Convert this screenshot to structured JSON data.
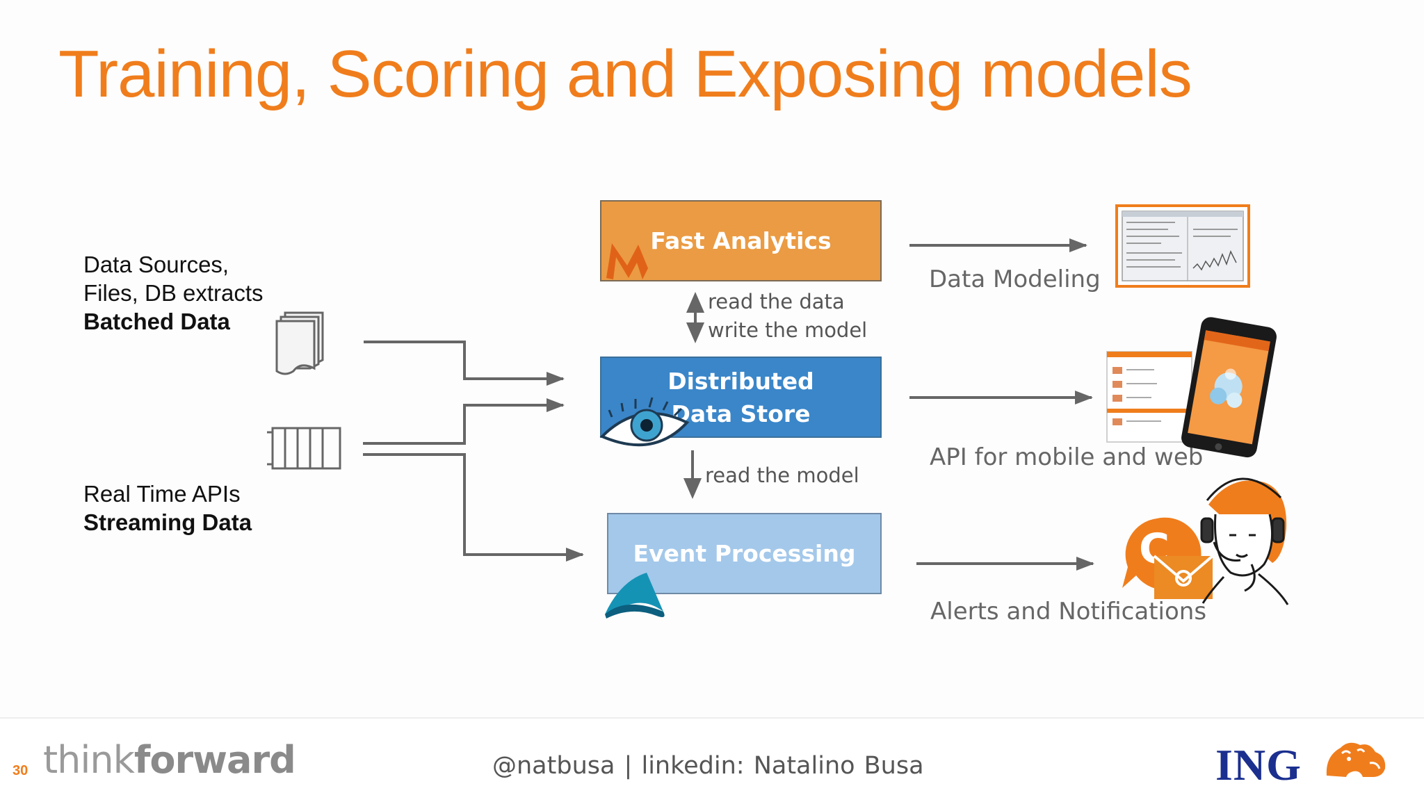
{
  "title": "Training, Scoring and Exposing models",
  "sources": {
    "batched": {
      "line1": "Data Sources,",
      "line2": "Files, DB extracts",
      "line3": "Batched Data"
    },
    "streaming": {
      "line1": "Real Time APIs",
      "line2": "Streaming Data"
    }
  },
  "boxes": {
    "fast": "Fast Analytics",
    "distributed_line1": "Distributed",
    "distributed_line2": "Data Store",
    "event": "Event Processing"
  },
  "notes": {
    "read_data": "read the data",
    "write_model": "write the model",
    "read_model": "read the model"
  },
  "outputs": {
    "modeling": "Data Modeling",
    "api": "API for mobile and web",
    "alerts": "Alerts and Notifications"
  },
  "footer": {
    "page_number": "30",
    "brand_thin": "think",
    "brand_bold": "forward",
    "credit": "@natbusa  |  linkedin: Natalino Busa",
    "logo_text": "ING"
  },
  "colors": {
    "accent": "#f07d1c",
    "fast_box": "#eb9b43",
    "distributed_box": "#3a86c9",
    "event_box": "#a3c8ea",
    "ing_blue": "#1b2f8f"
  },
  "icons": [
    "document-stack-icon",
    "queue-icon",
    "mahout-logo-icon",
    "cassandra-eye-logo-icon",
    "akka-logo-icon",
    "analytics-screen-icon",
    "mobile-app-icon",
    "chat-mail-icon",
    "support-agent-icon",
    "ing-lion-icon"
  ]
}
